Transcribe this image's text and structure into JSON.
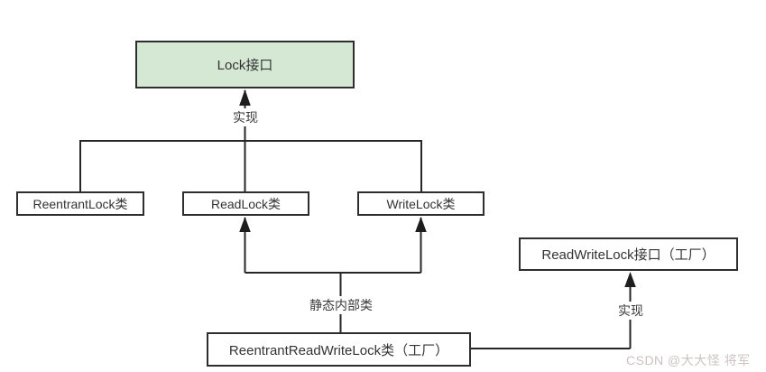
{
  "diagram": {
    "nodes": {
      "lock_interface": {
        "label": "Lock接口",
        "type": "interface"
      },
      "reentrant_lock": {
        "label": "ReentrantLock类",
        "type": "class"
      },
      "read_lock": {
        "label": "ReadLock类",
        "type": "class"
      },
      "write_lock": {
        "label": "WriteLock类",
        "type": "class"
      },
      "read_write_lock_interface": {
        "label": "ReadWriteLock接口（工厂）",
        "type": "interface"
      },
      "reentrant_read_write_lock": {
        "label": "ReentrantReadWriteLock类（工厂）",
        "type": "class"
      }
    },
    "edge_labels": {
      "implements_top": "实现",
      "static_inner_class": "静态内部类",
      "implements_right": "实现"
    },
    "colors": {
      "interface_fill": "#d5e8d4",
      "box_border": "#2e2e2e",
      "line": "#262626",
      "text": "#333333",
      "watermark": "#ccc3c3"
    }
  },
  "watermark": {
    "text": "CSDN @大大怪 将军"
  }
}
